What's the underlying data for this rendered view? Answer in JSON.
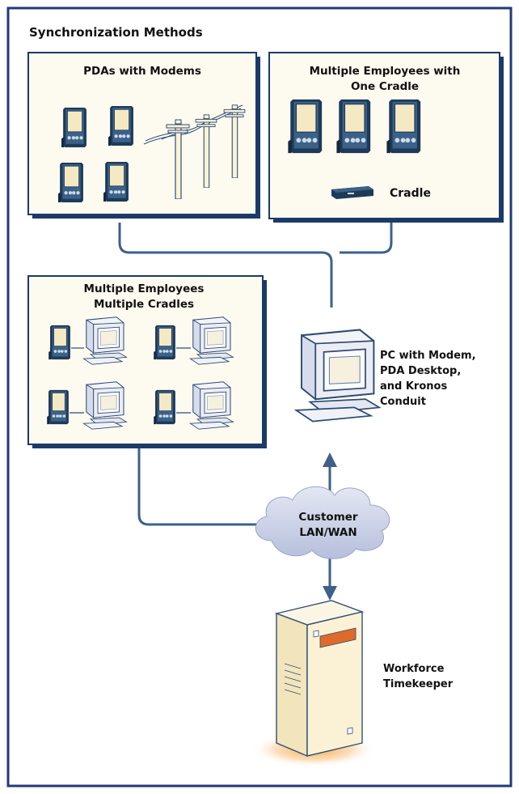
{
  "title": "Synchronization Methods",
  "panels": {
    "pda_modems": {
      "label": "PDAs with Modems"
    },
    "one_cradle": {
      "label_line1": "Multiple Employees with",
      "label_line2": "One Cradle",
      "cradle_label": "Cradle"
    },
    "multi_cradles": {
      "label_line1": "Multiple Employees",
      "label_line2": "Multiple Cradles"
    }
  },
  "pc": {
    "line1": "PC with Modem,",
    "line2": "PDA Desktop,",
    "line3": "and Kronos",
    "line4": "Conduit"
  },
  "network": {
    "line1": "Customer",
    "line2": "LAN/WAN"
  },
  "server": {
    "line1": "Workforce",
    "line2": "Timekeeper"
  },
  "colors": {
    "frame": "#233a78",
    "panel_border": "#1c3a68",
    "panel_fill": "#fdfaf0",
    "line": "#3e6089",
    "device": "#2d4f76",
    "screen": "#f5e9c3",
    "cloud": "#c8d0e6",
    "server_fill": "#fbf2d6",
    "server_accent": "#e06a2a",
    "glow": "#f08a2e"
  }
}
